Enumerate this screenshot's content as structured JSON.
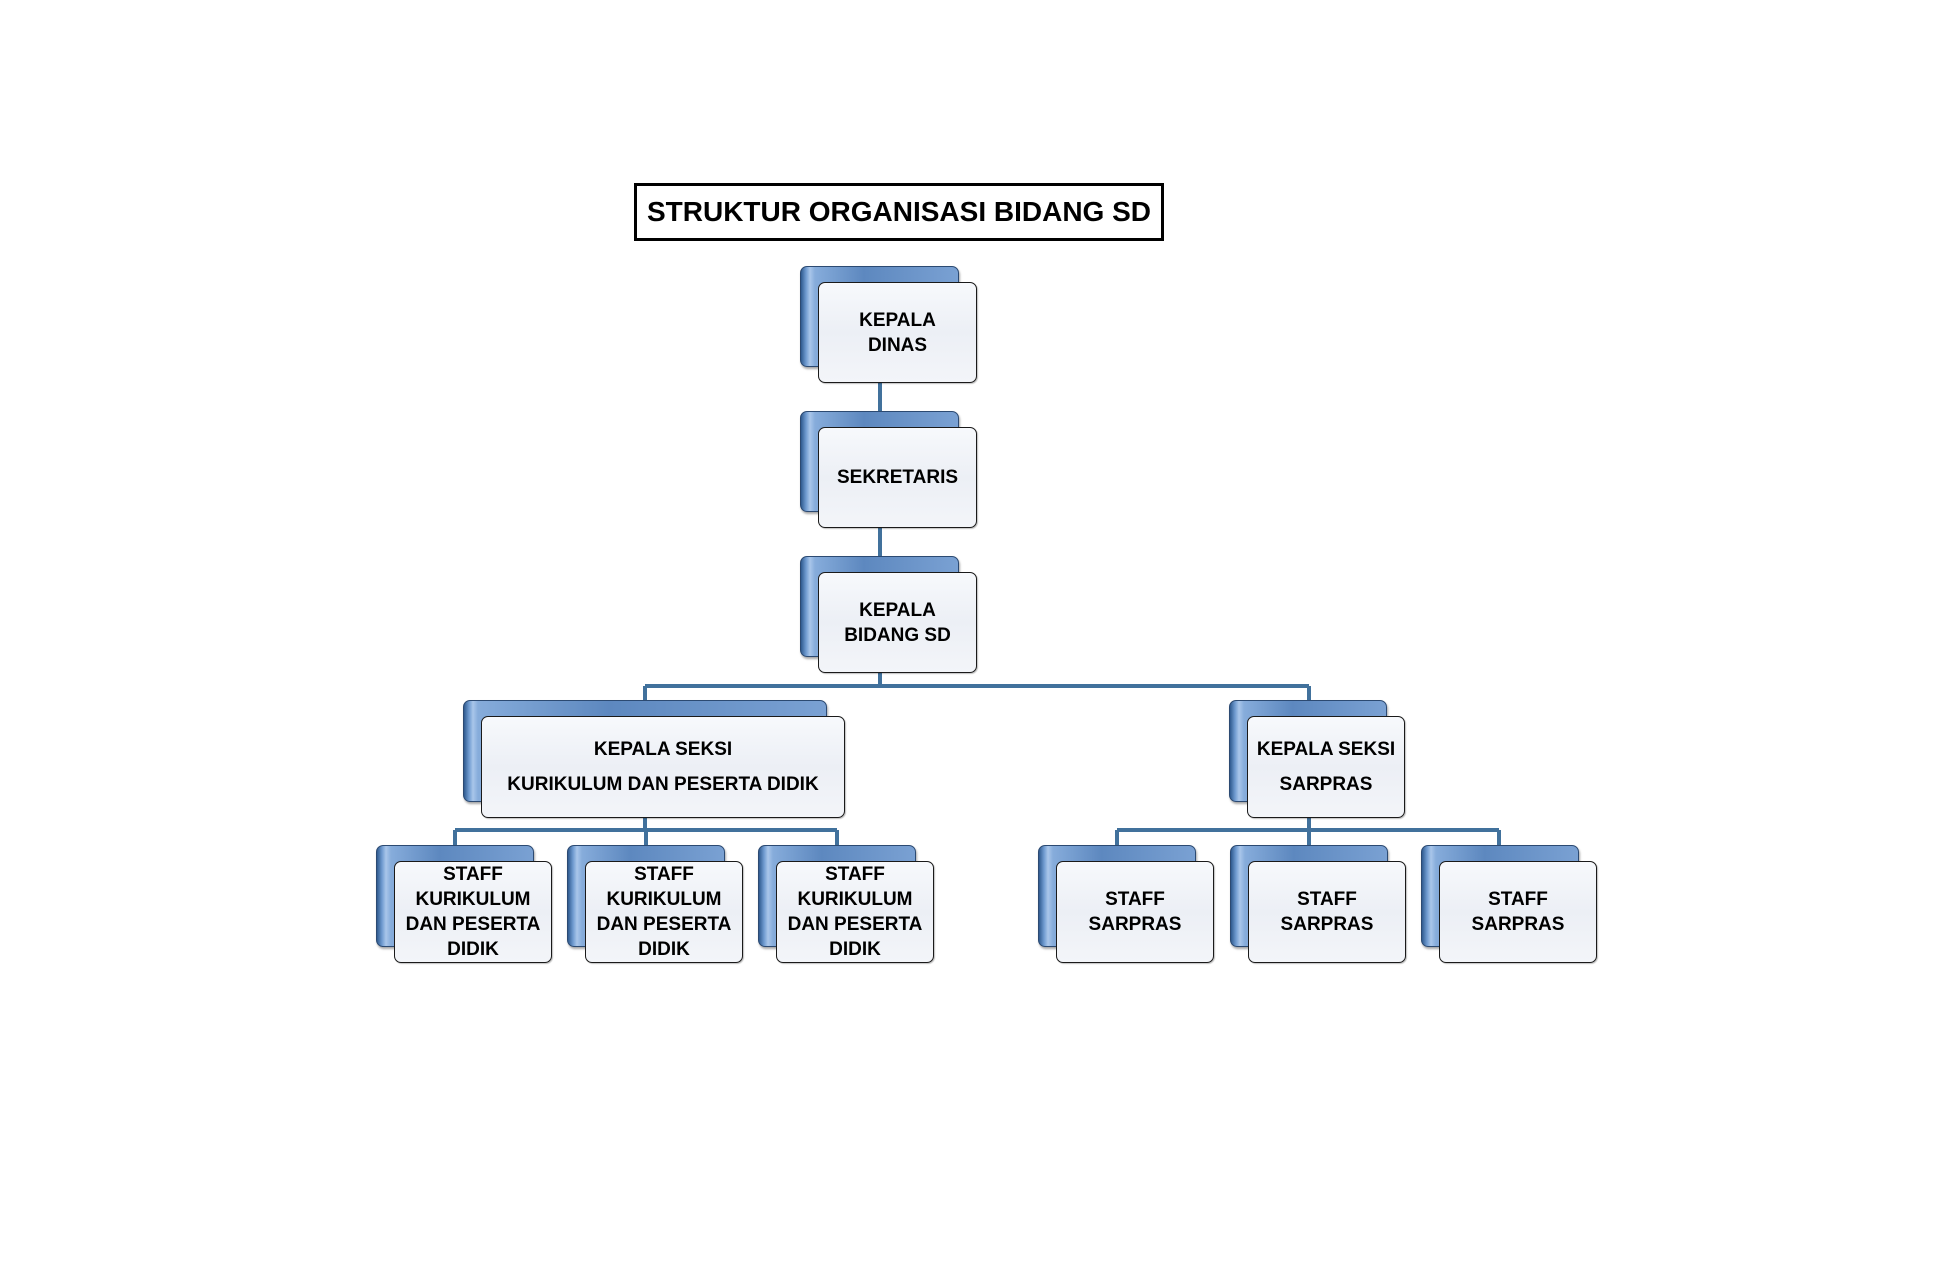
{
  "title": "STRUKTUR ORGANISASI BIDANG SD",
  "colors": {
    "connector": "#41719c",
    "box_back": "#5d88bf",
    "box_front": "#eceff5",
    "title_border": "#000000"
  },
  "nodes": {
    "kepala_dinas": [
      "KEPALA",
      "DINAS"
    ],
    "sekretaris": [
      "SEKRETARIS"
    ],
    "kepala_bidang_sd": [
      "KEPALA",
      "BIDANG SD"
    ],
    "kasi_kurikulum": [
      "KEPALA SEKSI",
      "KURIKULUM DAN PESERTA DIDIK"
    ],
    "kasi_sarpras": [
      "KEPALA SEKSI",
      "SARPRAS"
    ],
    "staff_kurikulum_1": [
      "STAFF",
      "KURIKULUM",
      "DAN PESERTA",
      "DIDIK"
    ],
    "staff_kurikulum_2": [
      "STAFF",
      "KURIKULUM",
      "DAN PESERTA",
      "DIDIK"
    ],
    "staff_kurikulum_3": [
      "STAFF",
      "KURIKULUM",
      "DAN PESERTA",
      "DIDIK"
    ],
    "staff_sarpras_1": [
      "STAFF",
      "SARPRAS"
    ],
    "staff_sarpras_2": [
      "STAFF",
      "SARPRAS"
    ],
    "staff_sarpras_3": [
      "STAFF",
      "SARPRAS"
    ]
  }
}
